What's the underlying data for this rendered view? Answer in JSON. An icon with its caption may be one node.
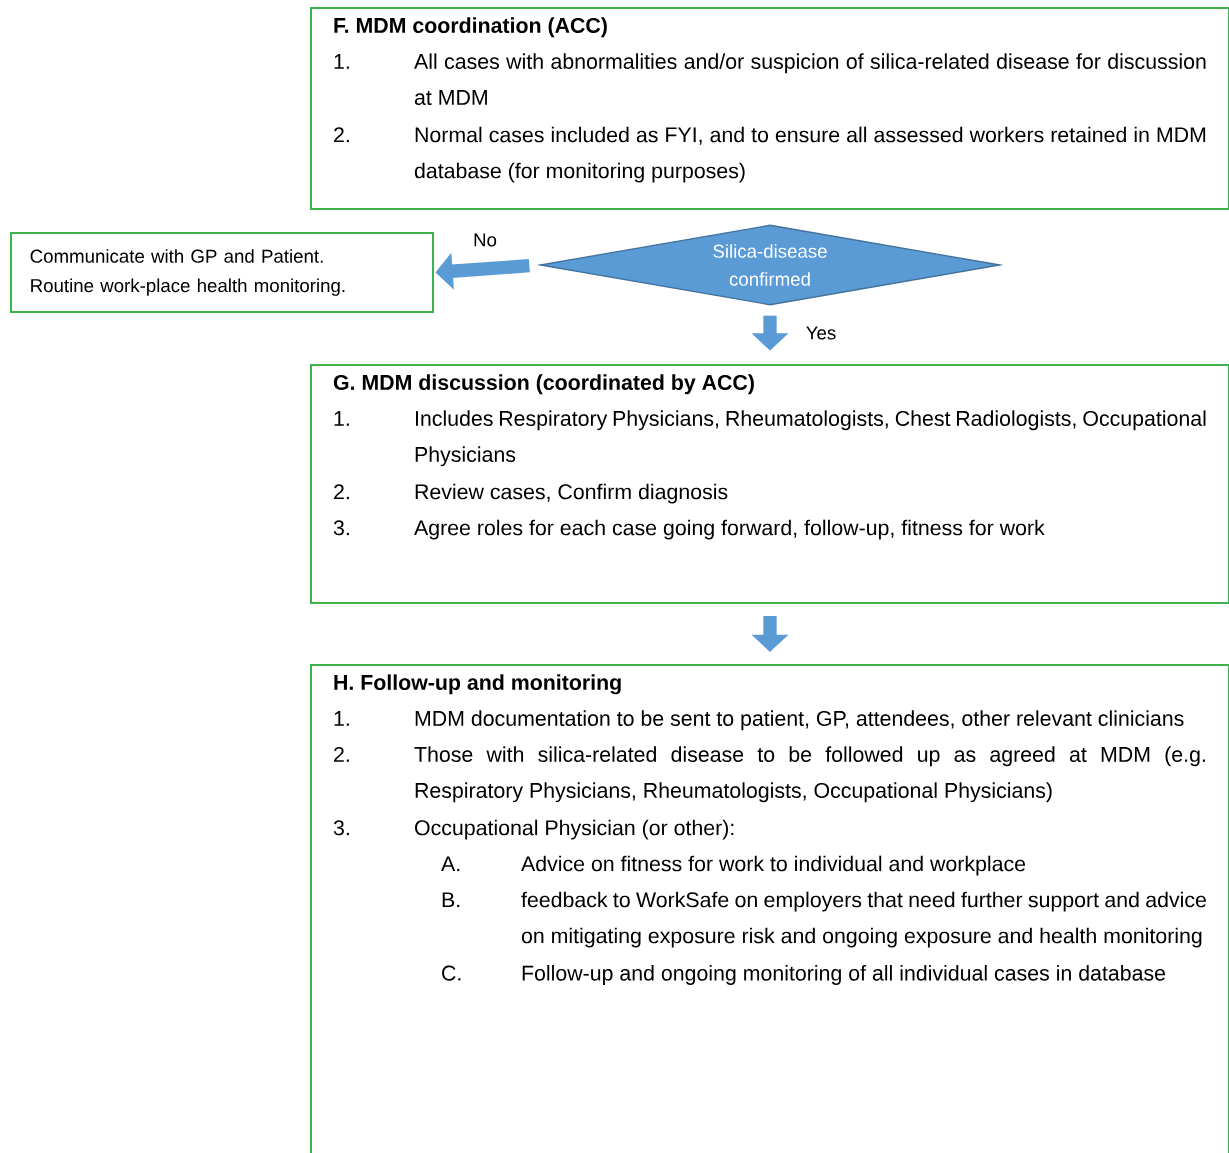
{
  "diagram": {
    "nodes": [
      {
        "text": [
          "F. MDM coordination (ACC)",
          "1.",
          "All cases with abnormalities and/or suspicion of silica-related disease for discussion at MDM",
          "2.",
          "Normal cases included as FYI, and to ensure all assessed workers retained in MDM database (for monitoring purposes)"
        ]
      },
      {
        "text": [
          "Communicate with GP and Patient.",
          "Routine work-place health monitoring."
        ]
      },
      {
        "text": [
          "Silica-disease confirmed"
        ]
      },
      {
        "text": [
          "G. MDM discussion (coordinated by ACC)",
          "1.",
          "Includes Respiratory Physicians, Rheumatologists, Chest Radiologists, Occupational Physicians",
          "2.",
          "Review cases, Confirm diagnosis",
          "3.",
          "Agree roles for each case going forward, follow-up, fitness for work"
        ]
      },
      {
        "text": [
          "H. Follow-up and monitoring",
          "1.",
          "MDM documentation to be sent to patient, GP, attendees, other relevant clinicians",
          "2.",
          "Those with silica-related disease to be followed up as agreed at MDM (e.g. Respiratory Physicians, Rheumatologists, Occupational Physicians)",
          "3.",
          "Occupational Physician (or other):",
          "A.",
          "Advice on fitness for work to individual and workplace",
          "B.",
          "feedback to WorkSafe on employers that need further support and advice on mitigating exposure risk and ongoing exposure and health monitoring",
          "C.",
          "Follow-up and ongoing monitoring of all individual cases in database"
        ]
      }
    ],
    "edges": [
      {
        "from": 2,
        "to": 1,
        "arrow": "to",
        "label": "No"
      },
      {
        "from": 2,
        "to": 3,
        "arrow": "to",
        "label": "Yes"
      },
      {
        "from": 3,
        "to": 4,
        "arrow": "to"
      }
    ]
  }
}
